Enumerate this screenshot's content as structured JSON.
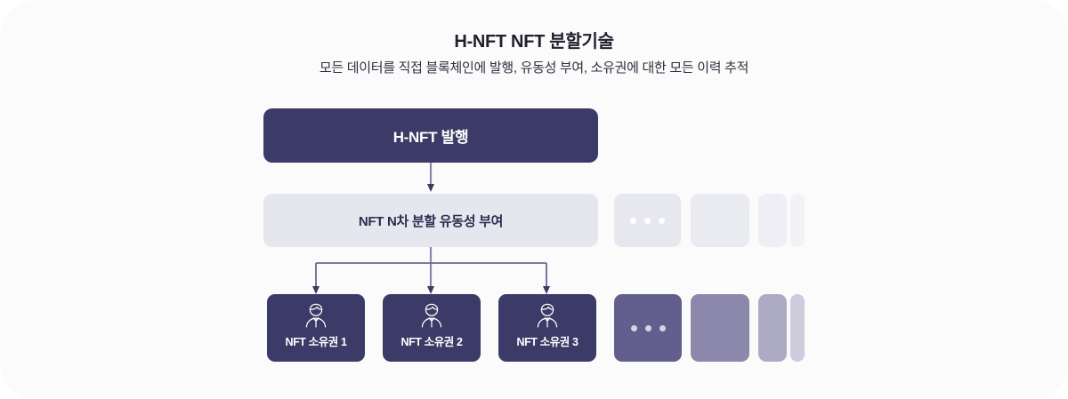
{
  "header": {
    "title": "H-NFT NFT 분할기술",
    "subtitle": "모든 데이터를 직접 블록체인에 발행, 유동성 부여, 소유권에 대한 모든 이력 추적"
  },
  "diagram": {
    "issue_box": {
      "label": "H-NFT 발행"
    },
    "split_box": {
      "label": "NFT N차 분할 유동성 부여"
    },
    "owners": [
      {
        "label": "NFT 소유권 1",
        "icon": "person-icon"
      },
      {
        "label": "NFT 소유권 2",
        "icon": "person-icon"
      },
      {
        "label": "NFT 소유권 3",
        "icon": "person-icon"
      }
    ],
    "overflow_indicator": "•••"
  },
  "colors": {
    "page_background": "#fbfbfc",
    "primary_dark": "#3c3a66",
    "split_box_background": "#e5e6ee",
    "split_box_text": "#2e2c4f",
    "title_text": "#1f1f2e",
    "subtitle_text": "#30303d",
    "connector": "#8a87ab",
    "deco_purple": "#635f8c",
    "deco_light": "#e7e7ef"
  }
}
